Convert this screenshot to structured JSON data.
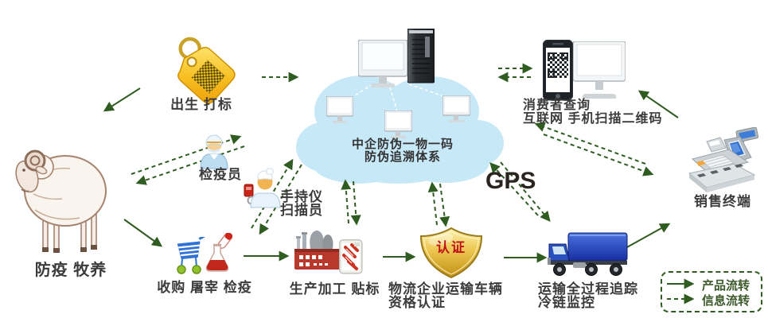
{
  "cloud": {
    "line1": "中企防伪一物一码",
    "line2": "防伪追溯体系"
  },
  "labels": {
    "sheep": "防疫 牧养",
    "tag": "出生 打标",
    "inspector": "检疫员",
    "scanner1": "手持仪",
    "scanner2": "扫描员",
    "purchase": "收购 屠宰 检疫",
    "factory": "生产加工 贴标",
    "logistics1": "物流企业",
    "logistics2": "资格认证",
    "vehicle": "运输车辆",
    "transport1": "运输全过程追踪",
    "transport2": "冷链监控",
    "gps": "GPS",
    "consumer1": "消费者查询",
    "consumer2": "互联网 手机扫描二维码",
    "pos": "销售终端",
    "shield_badge": "认证"
  },
  "legend": {
    "product_flow": "产品流转",
    "info_flow": "信息流转"
  },
  "colors": {
    "arrow_green": "#2f5c20",
    "cloud_blue": "#c7e8f7",
    "tag_gold": "#f7c023",
    "shield_gold": "#ecc64f",
    "badge_red": "#c1111a",
    "truck_blue": "#2a50c0"
  }
}
